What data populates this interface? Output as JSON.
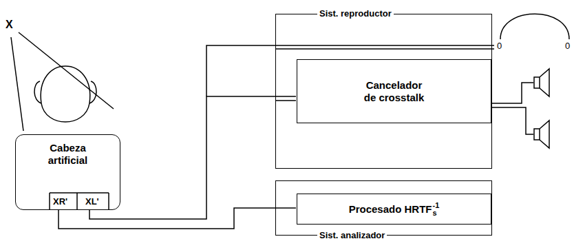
{
  "diagram": {
    "nodes": [
      {
        "text": [
          "Sist. reproductor"
        ]
      },
      {
        "text": [
          "Cancelador de crosstalk"
        ],
        "in": 0
      },
      {
        "text": [
          "Sist. analizador"
        ]
      },
      {
        "text": [
          "Procesado HRTF",
          "-1",
          "s"
        ],
        "in": 2
      },
      {
        "text": [
          "Cabeza artificial"
        ]
      }
    ],
    "edges": [
      {
        "from": 4,
        "to": 0,
        "arrow": "none"
      },
      {
        "from": 4,
        "to": 2,
        "arrow": "none"
      }
    ],
    "labels": [
      "X",
      "XR'",
      "XL'",
      "0",
      "0"
    ]
  }
}
